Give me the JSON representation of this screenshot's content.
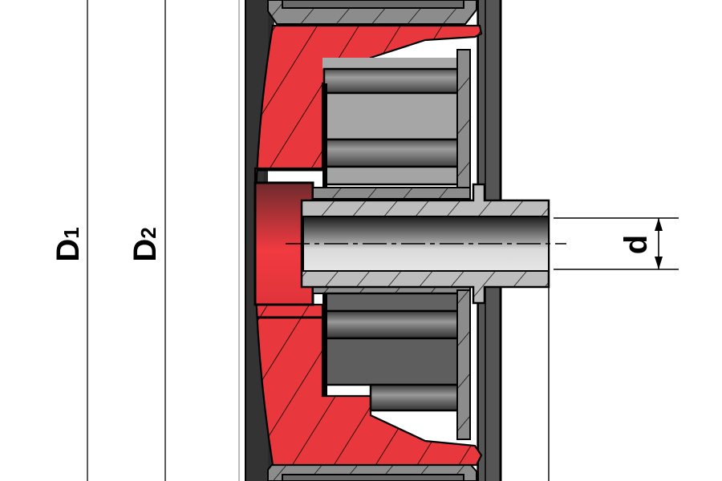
{
  "drawing": {
    "type": "technical cross-section",
    "subject": "wheel with hub, roller bearings and axle"
  },
  "dimensions": {
    "d1": {
      "symbol": "D",
      "subscript": "1"
    },
    "d2": {
      "symbol": "D",
      "subscript": "2"
    },
    "d": {
      "symbol": "d"
    }
  },
  "colors": {
    "tread_red": "#e8383d",
    "hub_bore_red_dark": "#7a2a2e",
    "hub_bore_red_light": "#ef3a40",
    "tire_dark": "#3a3a3a",
    "steel_mid": "#8a8a8a",
    "steel_light": "#c8c8c8",
    "bearing_dark": "#5c5c5c",
    "outline": "#000000",
    "background": "#ffffff"
  }
}
